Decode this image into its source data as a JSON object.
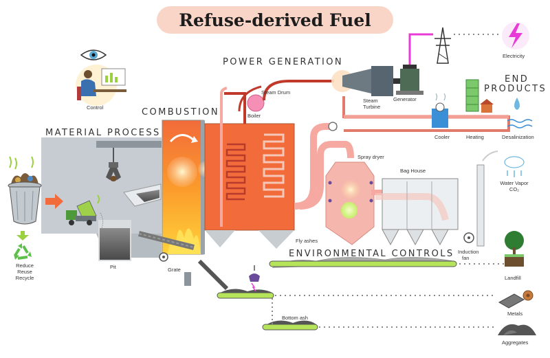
{
  "title": "Refuse-derived Fuel",
  "sections": {
    "material_process": "MATERIAL PROCESS",
    "combustion": "COMBUSTION",
    "power_generation": "POWER GENERATION",
    "end_products_line1": "END",
    "end_products_line2": "PRODUCTS",
    "environmental_controls": "ENVIRONMENTAL CONTROLS"
  },
  "labels": {
    "control": "Control",
    "reduce": "Reduce",
    "reuse": "Reuse",
    "recycle": "Recycle",
    "pit": "Pit",
    "grate": "Grate",
    "boiler": "Boiler",
    "steam_drum": "Steam Drum",
    "steam": "Steam",
    "turbine": "Turbine",
    "generator": "Generator",
    "electricity": "Electricity",
    "cooler": "Cooler",
    "heating": "Heating",
    "desalinization": "Desalinization",
    "spray_dryer": "Spray dryer",
    "bag_house": "Bag House",
    "water_vapor": "Water Vapor",
    "co2": "CO₂",
    "fly_ashes": "Fly ashes",
    "induction": "Induction",
    "fan": "fan",
    "landfill": "Landfill",
    "metals": "Metals",
    "bottom_ash": "Bottom ash",
    "aggregates": "Aggregates"
  },
  "colors": {
    "title_pill": "#f9d5c8",
    "building": "#c6ccd1",
    "combustion": "#f26b3a",
    "flue_gas": "#f5a9a0",
    "steam_pipe": "#c0392b",
    "conveyor": "#b5e35a",
    "electricity": "#e83ad6",
    "recycle": "#5cc04a"
  },
  "icons": [
    "eye-icon",
    "control-operator-icon",
    "trash-can-icon",
    "recycle-icon",
    "crane-claw-icon",
    "truck-icon",
    "pylon-icon",
    "lightning-icon",
    "building-icon",
    "house-icon",
    "water-drop-icon",
    "cloud-icon",
    "tree-icon",
    "metal-bars-icon",
    "rock-pile-icon",
    "magnet-icon",
    "fan-icon"
  ]
}
